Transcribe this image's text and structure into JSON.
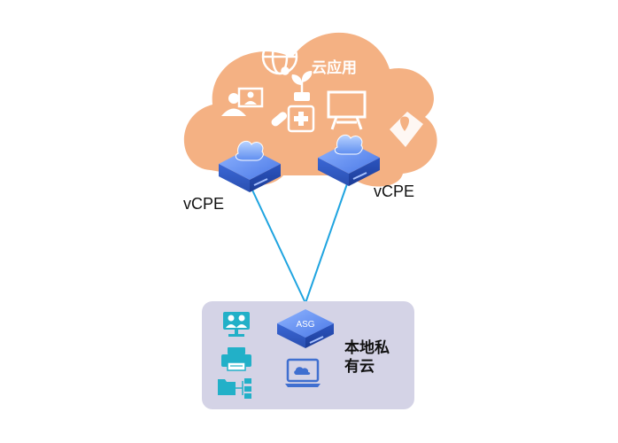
{
  "cloud": {
    "title": "云应用",
    "fill_color": "#f4b183",
    "icon_color": "#ffffff",
    "icons": [
      "globe-network-icon",
      "video-conference-icon",
      "plant-icon",
      "medicine-icon",
      "whiteboard-icon",
      "map-pin-icon"
    ]
  },
  "vcpe_nodes": [
    {
      "label": "vCPE",
      "color": "#4472c4"
    },
    {
      "label": "vCPE",
      "color": "#4472c4"
    }
  ],
  "links": {
    "color": "#1fa4e0"
  },
  "private_cloud": {
    "title_line1": "本地私",
    "title_line2": "有云",
    "fill_color": "#d4d3e6",
    "icon_color": "#22b0c8",
    "icons": [
      "video-conference-icon",
      "printer-icon",
      "folder-tree-icon",
      "laptop-cloud-icon"
    ]
  },
  "asg": {
    "label": "ASG",
    "color": "#4472c4"
  }
}
